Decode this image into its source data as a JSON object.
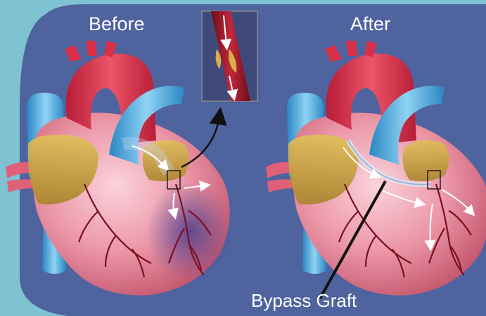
{
  "panels": {
    "before_label": "Before",
    "after_label": "After"
  },
  "annotations": {
    "bypass_graft_label": "Bypass Graft"
  },
  "colors": {
    "outer_background": "#7fc3d3",
    "panel_background": "#4f639f",
    "heart_muscle": "#e78a9c",
    "aorta": "#d9304a",
    "vena_cava": "#3aa6dd",
    "fat_tissue": "#c9a43c",
    "coronary_artery": "#7a1020",
    "blockage": "#d8b04a",
    "ischemic_area": "#5e4e9a",
    "label_text": "#ffffff"
  }
}
